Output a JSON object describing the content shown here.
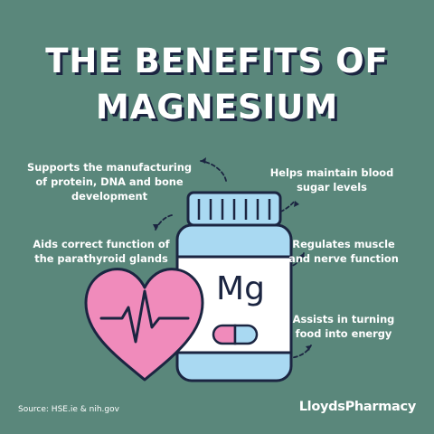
{
  "title": {
    "line1": "THE BENEFITS OF",
    "line2": "MAGNESIUM"
  },
  "benefits": [
    {
      "lines": [
        "Supports the manufacturing",
        "of protein, DNA and bone",
        "development"
      ]
    },
    {
      "lines": [
        "Helps maintain blood",
        "sugar levels"
      ]
    },
    {
      "lines": [
        "Aids correct function of",
        "the parathyroid glands"
      ]
    },
    {
      "lines": [
        "Regulates muscle",
        "and nerve function"
      ]
    },
    {
      "lines": [
        "Assists in turning",
        "food into energy"
      ]
    }
  ],
  "bottle_label": "Mg",
  "source": "Source: HSE.ie & nih.gov",
  "brand": "LloydsPharmacy",
  "colors": {
    "background": "#5a877b",
    "navy": "#1b2541",
    "bottle_blue": "#a9d9f2",
    "heart_pink": "#f08bbb",
    "label_white": "#ffffff"
  },
  "icons": [
    "heart-icon",
    "medicine-bottle-icon",
    "capsule-icon",
    "dashed-arrow-icon"
  ]
}
